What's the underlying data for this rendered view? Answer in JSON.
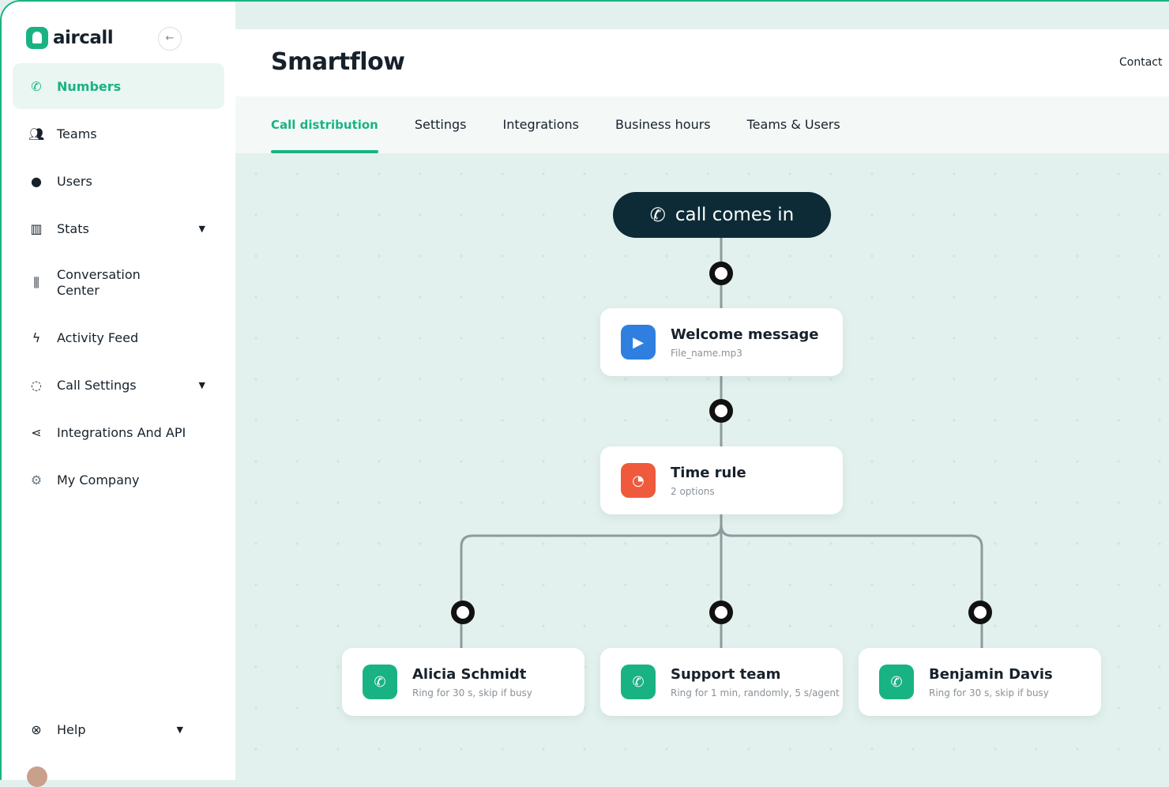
{
  "sidebar": {
    "brand": "aircall",
    "items": [
      {
        "label": "Numbers",
        "icon": "phone-icon",
        "active": true
      },
      {
        "label": "Teams",
        "icon": "teams-icon"
      },
      {
        "label": "Users",
        "icon": "user-icon"
      },
      {
        "label": "Stats",
        "icon": "stats-icon",
        "expandable": true
      },
      {
        "label": "Conversation Center",
        "icon": "waveform-icon"
      },
      {
        "label": "Activity Feed",
        "icon": "bolt-icon"
      },
      {
        "label": "Call Settings",
        "icon": "call-settings-icon",
        "expandable": true
      },
      {
        "label": "Integrations And API",
        "icon": "share-icon"
      },
      {
        "label": "My Company",
        "icon": "gear-icon"
      }
    ],
    "help": "Help"
  },
  "header": {
    "title": "Smartflow",
    "contact": "Contact"
  },
  "tabs": [
    "Call distribution",
    "Settings",
    "Integrations",
    "Business hours",
    "Teams & Users"
  ],
  "flow": {
    "start": "call comes in",
    "welcome": {
      "title": "Welcome message",
      "sub": "File_name.mp3"
    },
    "time_rule": {
      "title": "Time rule",
      "sub": "2 options"
    },
    "targets": [
      {
        "title": "Alicia Schmidt",
        "sub": "Ring for 30 s, skip if busy"
      },
      {
        "title": "Support team",
        "sub": "Ring for 1 min, randomly, 5 s/agent"
      },
      {
        "title": "Benjamin Davis",
        "sub": "Ring for 30 s, skip if busy"
      }
    ]
  },
  "colors": {
    "accent": "#19b383",
    "dark": "#0d2b36",
    "play": "#2f7fe0",
    "time": "#f05a3c"
  }
}
